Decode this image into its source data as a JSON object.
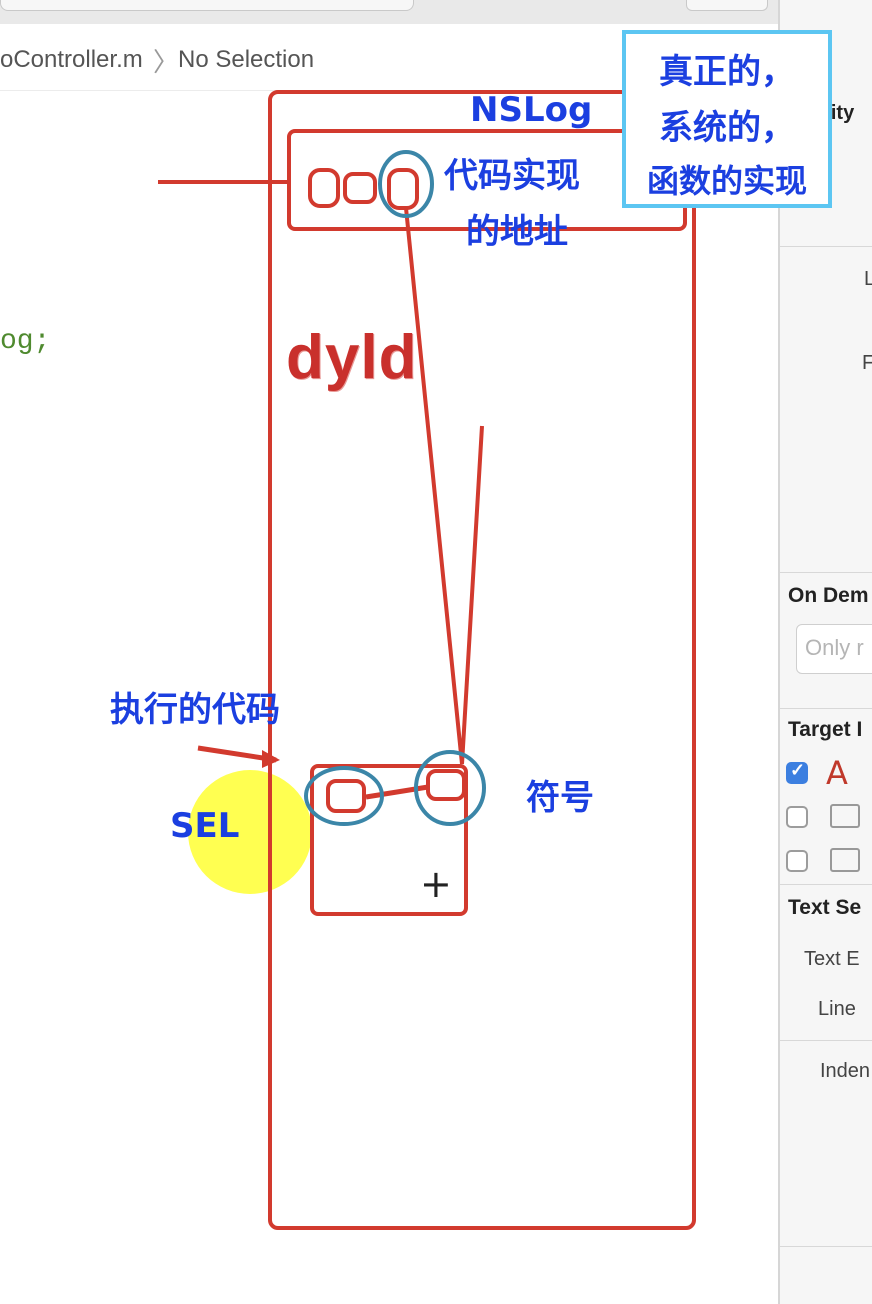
{
  "jumpbar": {
    "file_crumb": "oController.m",
    "selection_crumb": "No Selection"
  },
  "editor": {
    "code_fragment": "og;"
  },
  "inspector": {
    "identity_label": "ntity",
    "label_l": "L",
    "label_f": "F",
    "on_demand_header": "On Dem",
    "on_demand_placeholder": "Only r",
    "target_header": "Target I",
    "text_settings_header": "Text Se",
    "text_encoding_label": "Text E",
    "line_endings_label": "Line",
    "indent_label": "Inden",
    "checkbox_states": [
      true,
      false,
      false
    ]
  },
  "annotations": {
    "note_lines": [
      "真正的，",
      "系统的，",
      "函数的实现"
    ],
    "nslog_title": "NSLog",
    "nslog_line2": "代码实现",
    "nslog_line3": "的地址",
    "dyld_label": "dyld",
    "exec_code_label": "执行的代码",
    "sel_label": "SEL",
    "symbol_label": "符号",
    "plus_sign": "+"
  },
  "colors": {
    "annotation_blue": "#1b3fe0",
    "note_border": "#5cc6f2",
    "drawing_red": "#d23a2e",
    "circle_teal": "#3b86a8",
    "highlight_yellow": "#ffff33"
  }
}
